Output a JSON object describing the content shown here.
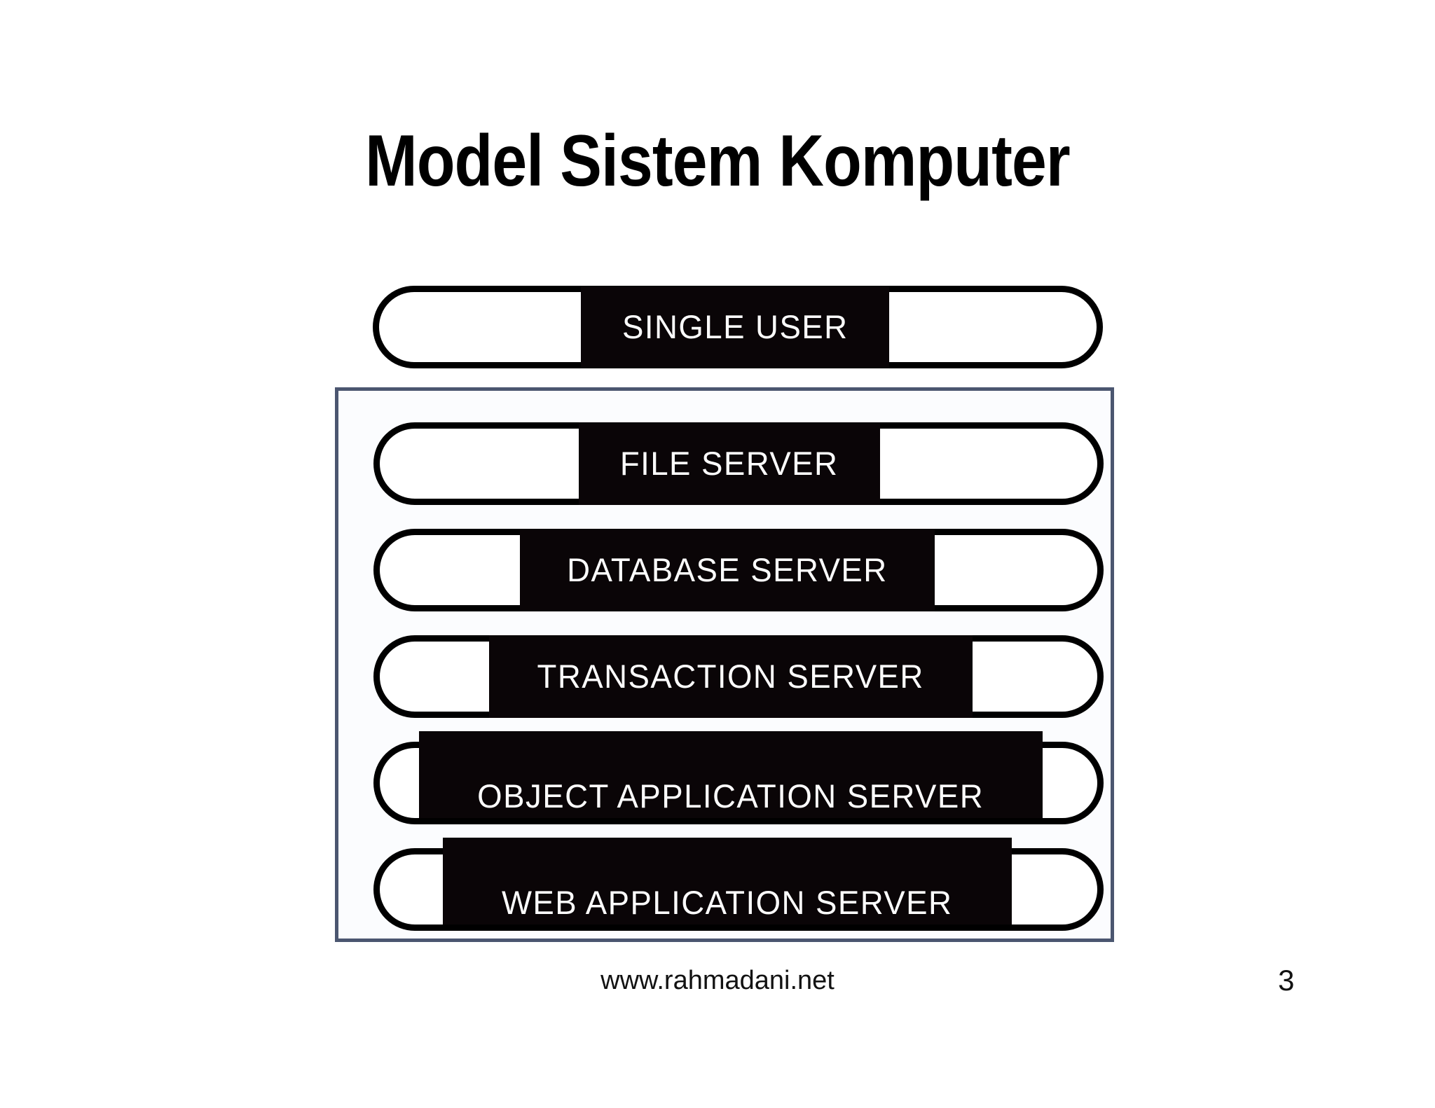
{
  "slide": {
    "title": "Model Sistem Komputer",
    "page_number": "3",
    "footer_url": "www.rahmadani.net",
    "background_color": "#ffffff"
  },
  "diagram": {
    "type": "layered-capsule-stack",
    "capsule_fill": "#ffffff",
    "capsule_border_color": "#000000",
    "plate_fill": "#0a0507",
    "plate_text_color": "#fdfdfd",
    "group_border_color": "#4b5670",
    "group_fill": "#fbfcfe",
    "standalone": {
      "label": "SINGLE USER",
      "name": "single-user"
    },
    "group": {
      "name": "server-group",
      "items": [
        {
          "label": "FILE SERVER",
          "name": "file-server"
        },
        {
          "label": "DATABASE SERVER",
          "name": "database-server"
        },
        {
          "label": "TRANSACTION SERVER",
          "name": "transaction-server"
        },
        {
          "label": "OBJECT APPLICATION SERVER",
          "name": "object-application-server"
        },
        {
          "label": "WEB APPLICATION SERVER",
          "name": "web-application-server"
        }
      ]
    }
  }
}
